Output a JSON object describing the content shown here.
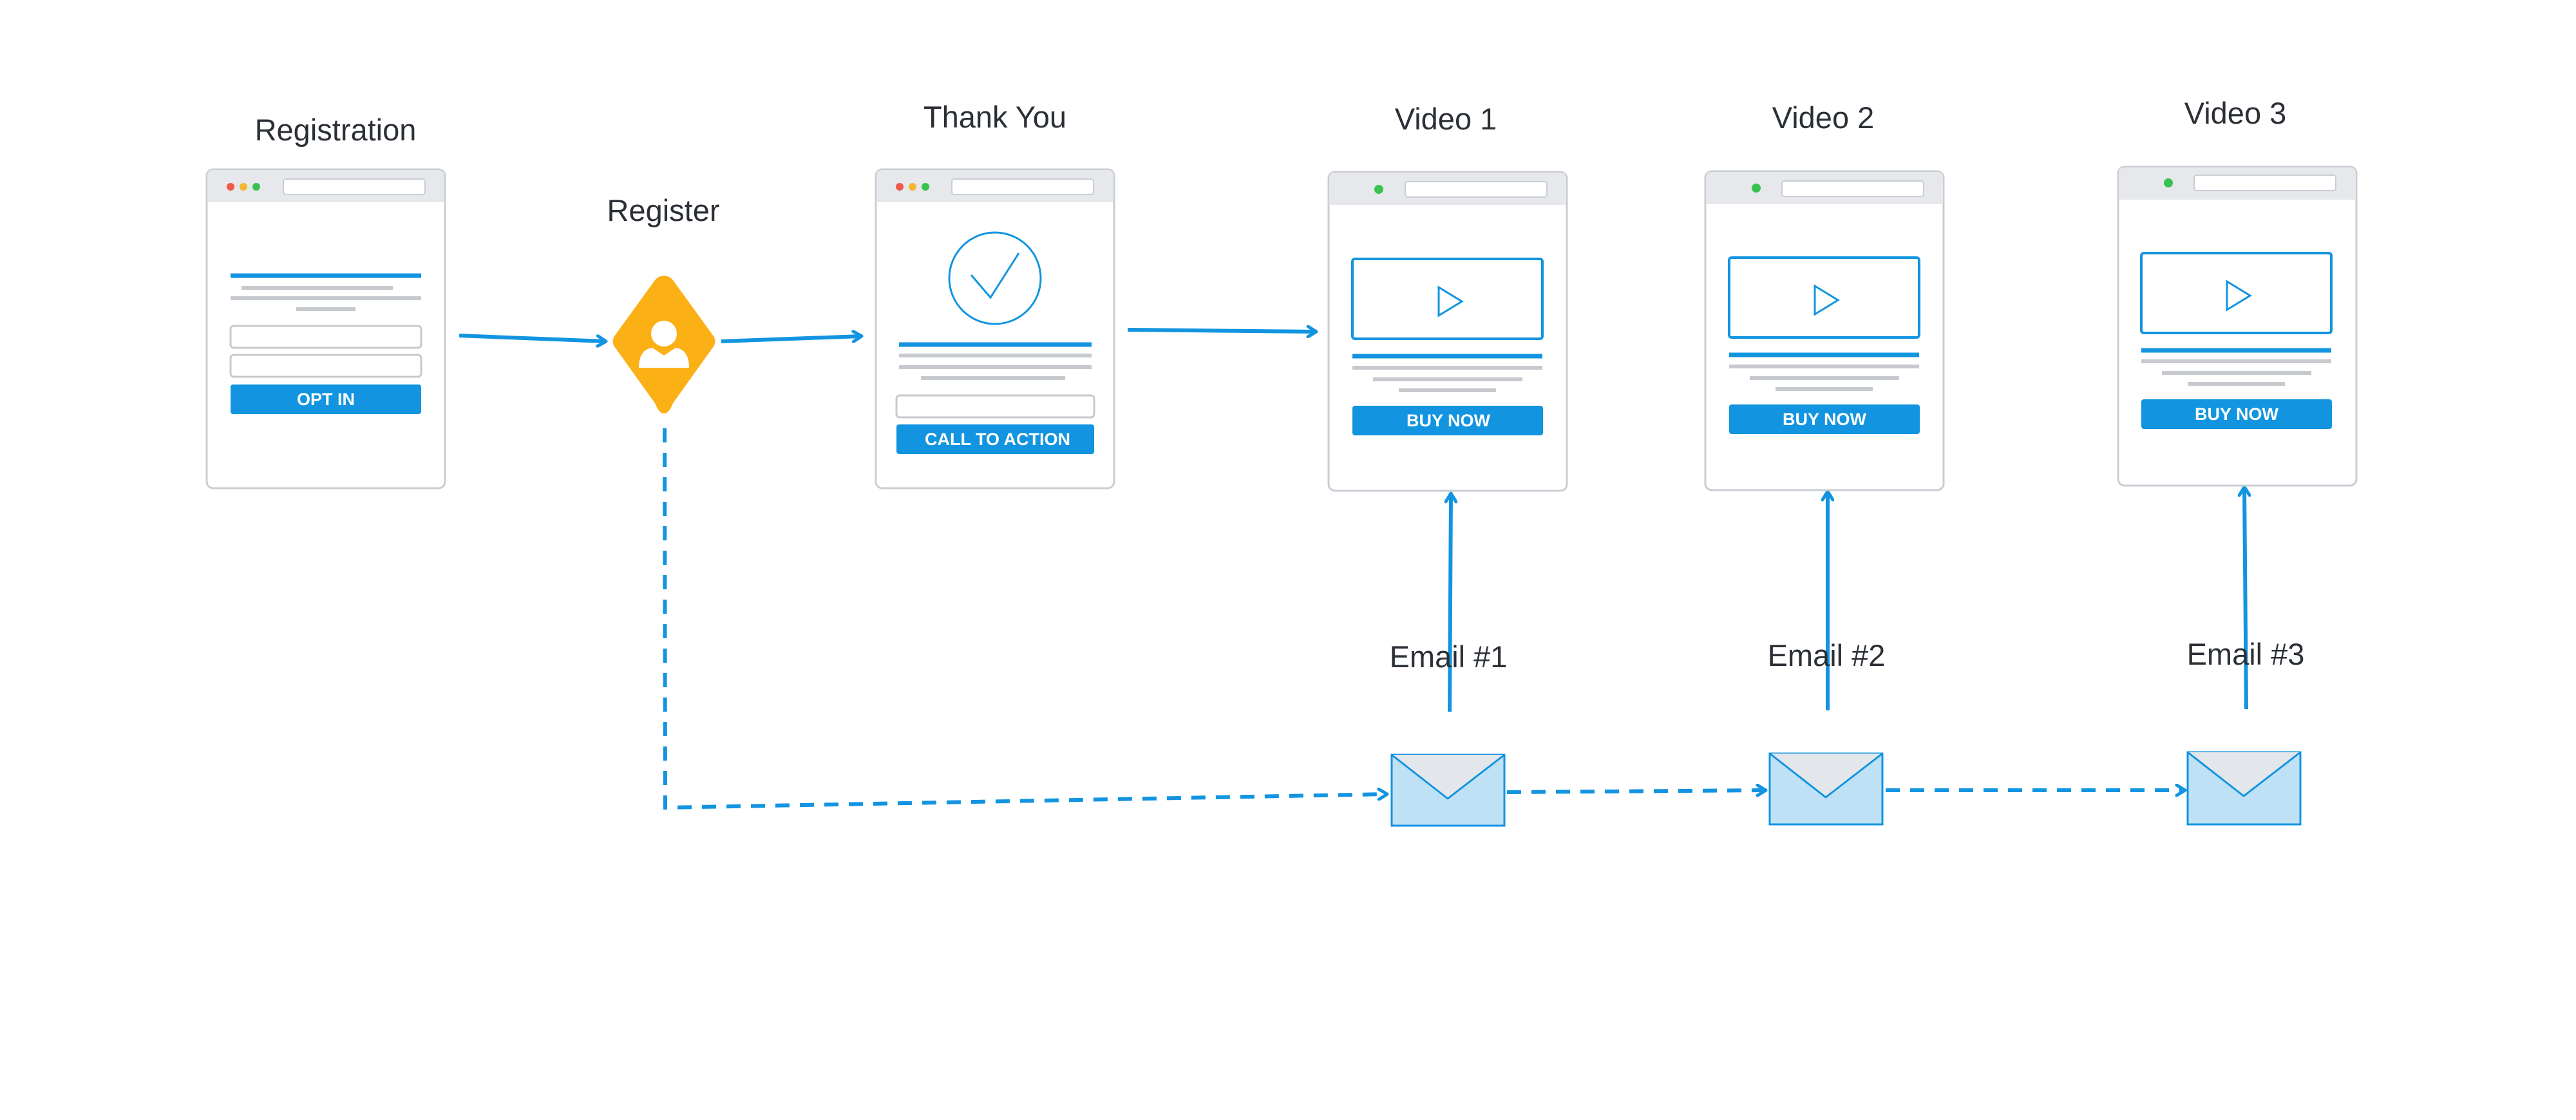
{
  "colors": {
    "accent": "#1294e0",
    "diamond": "#fbb016",
    "frame_border": "#c9cdd4",
    "titlebar": "#e6e8eb",
    "placeholder_line": "#c6c9ce",
    "envelope_fill": "#bfe1f6",
    "dot_red": "#f05a4a",
    "dot_yellow": "#f5b731",
    "dot_green": "#39c24f"
  },
  "nodes": {
    "registration": {
      "label": "Registration",
      "button": "OPT IN",
      "icon": "opt-in-page"
    },
    "register": {
      "label": "Register",
      "icon": "user-icon"
    },
    "thank_you": {
      "label": "Thank You",
      "button": "CALL TO ACTION",
      "icon": "checkmark-icon"
    },
    "video1": {
      "label": "Video 1",
      "button": "BUY NOW",
      "icon": "play-icon"
    },
    "video2": {
      "label": "Video 2",
      "button": "BUY NOW",
      "icon": "play-icon"
    },
    "video3": {
      "label": "Video 3",
      "button": "BUY NOW",
      "icon": "play-icon"
    },
    "email1": {
      "label": "Email #1",
      "icon": "envelope-icon"
    },
    "email2": {
      "label": "Email #2",
      "icon": "envelope-icon"
    },
    "email3": {
      "label": "Email #3",
      "icon": "envelope-icon"
    }
  },
  "edges": [
    {
      "from": "registration",
      "to": "register",
      "style": "solid"
    },
    {
      "from": "register",
      "to": "thank_you",
      "style": "solid"
    },
    {
      "from": "thank_you",
      "to": "video1",
      "style": "solid"
    },
    {
      "from": "register",
      "to": "email1",
      "style": "dashed"
    },
    {
      "from": "email1",
      "to": "email2",
      "style": "dashed"
    },
    {
      "from": "email2",
      "to": "email3",
      "style": "dashed"
    },
    {
      "from": "email1",
      "to": "video1",
      "style": "solid"
    },
    {
      "from": "email2",
      "to": "video2",
      "style": "solid"
    },
    {
      "from": "email3",
      "to": "video3",
      "style": "solid"
    }
  ]
}
